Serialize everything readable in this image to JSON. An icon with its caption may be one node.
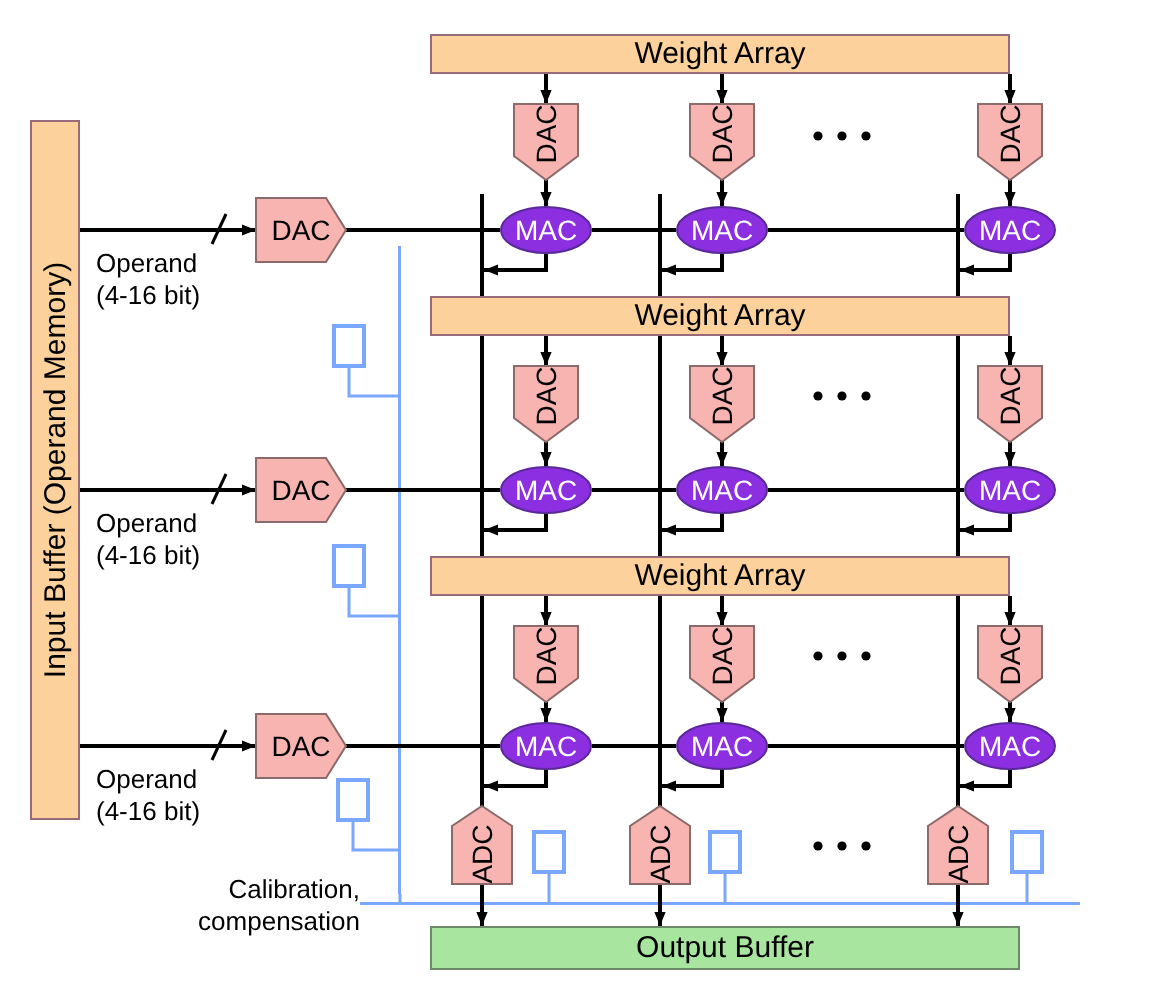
{
  "diagram": {
    "nodes": [
      {
        "text": [
          "Input Buffer (Operand Memory)"
        ]
      },
      {
        "text": [
          "Weight Array"
        ]
      },
      {
        "text": [
          "Weight Array"
        ]
      },
      {
        "text": [
          "Weight Array"
        ]
      },
      {
        "text": [
          "DAC"
        ]
      },
      {
        "text": [
          "DAC"
        ]
      },
      {
        "text": [
          "DAC"
        ]
      },
      {
        "text": [
          "DAC"
        ]
      },
      {
        "text": [
          "DAC"
        ]
      },
      {
        "text": [
          "DAC"
        ]
      },
      {
        "text": [
          "DAC"
        ]
      },
      {
        "text": [
          "DAC"
        ]
      },
      {
        "text": [
          "DAC"
        ]
      },
      {
        "text": [
          "DAC"
        ]
      },
      {
        "text": [
          "DAC"
        ]
      },
      {
        "text": [
          "DAC"
        ]
      },
      {
        "text": [
          "MAC"
        ]
      },
      {
        "text": [
          "MAC"
        ]
      },
      {
        "text": [
          "MAC"
        ]
      },
      {
        "text": [
          "MAC"
        ]
      },
      {
        "text": [
          "MAC"
        ]
      },
      {
        "text": [
          "MAC"
        ]
      },
      {
        "text": [
          "MAC"
        ]
      },
      {
        "text": [
          "MAC"
        ]
      },
      {
        "text": [
          "MAC"
        ]
      },
      {
        "text": [
          "ADC"
        ]
      },
      {
        "text": [
          "ADC"
        ]
      },
      {
        "text": [
          "ADC"
        ]
      },
      {
        "text": [],
        "shape": "box"
      },
      {
        "text": [],
        "shape": "box"
      },
      {
        "text": [],
        "shape": "box"
      },
      {
        "text": [],
        "shape": "box"
      },
      {
        "text": [],
        "shape": "box"
      },
      {
        "text": [],
        "shape": "box"
      },
      {
        "text": [
          "Output Buffer"
        ]
      },
      {
        "text": [],
        "shape": "bar"
      },
      {
        "text": [],
        "shape": "bar"
      },
      {
        "text": [],
        "shape": "bar"
      },
      {
        "text": [],
        "shape": "bar"
      },
      {
        "text": [],
        "shape": "bar"
      }
    ],
    "edges": [
      {
        "from": 0,
        "to": 4,
        "arrow": "to",
        "label": "Operand (4-16 bit)"
      },
      {
        "from": 0,
        "to": 5,
        "arrow": "to",
        "label": "Operand (4-16 bit)"
      },
      {
        "from": 0,
        "to": 6,
        "arrow": "to",
        "label": "Operand (4-16 bit)"
      },
      {
        "from": 4,
        "to": 16,
        "arrow": "none"
      },
      {
        "from": 16,
        "to": 17,
        "arrow": "none"
      },
      {
        "from": 17,
        "to": 18,
        "arrow": "none"
      },
      {
        "from": 5,
        "to": 19,
        "arrow": "none"
      },
      {
        "from": 19,
        "to": 20,
        "arrow": "none"
      },
      {
        "from": 20,
        "to": 21,
        "arrow": "none"
      },
      {
        "from": 6,
        "to": 22,
        "arrow": "none"
      },
      {
        "from": 22,
        "to": 23,
        "arrow": "none"
      },
      {
        "from": 23,
        "to": 24,
        "arrow": "none"
      },
      {
        "from": 1,
        "to": 7,
        "arrow": "to"
      },
      {
        "from": 1,
        "to": 8,
        "arrow": "to"
      },
      {
        "from": 1,
        "to": 9,
        "arrow": "to"
      },
      {
        "from": 2,
        "to": 10,
        "arrow": "to"
      },
      {
        "from": 2,
        "to": 11,
        "arrow": "to"
      },
      {
        "from": 2,
        "to": 12,
        "arrow": "to"
      },
      {
        "from": 3,
        "to": 13,
        "arrow": "to"
      },
      {
        "from": 3,
        "to": 14,
        "arrow": "to"
      },
      {
        "from": 3,
        "to": 15,
        "arrow": "to"
      },
      {
        "from": 7,
        "to": 16,
        "arrow": "to"
      },
      {
        "from": 8,
        "to": 17,
        "arrow": "to"
      },
      {
        "from": 9,
        "to": 18,
        "arrow": "to"
      },
      {
        "from": 10,
        "to": 19,
        "arrow": "to"
      },
      {
        "from": 11,
        "to": 20,
        "arrow": "to"
      },
      {
        "from": 12,
        "to": 21,
        "arrow": "to"
      },
      {
        "from": 13,
        "to": 22,
        "arrow": "to"
      },
      {
        "from": 14,
        "to": 23,
        "arrow": "to"
      },
      {
        "from": 15,
        "to": 24,
        "arrow": "to"
      },
      {
        "from": 16,
        "to": 35,
        "arrow": "to"
      },
      {
        "from": 19,
        "to": 35,
        "arrow": "to"
      },
      {
        "from": 22,
        "to": 35,
        "arrow": "to"
      },
      {
        "from": 17,
        "to": 36,
        "arrow": "to"
      },
      {
        "from": 20,
        "to": 36,
        "arrow": "to"
      },
      {
        "from": 23,
        "to": 36,
        "arrow": "to"
      },
      {
        "from": 18,
        "to": 37,
        "arrow": "to"
      },
      {
        "from": 21,
        "to": 37,
        "arrow": "to"
      },
      {
        "from": 24,
        "to": 37,
        "arrow": "to"
      },
      {
        "from": 35,
        "to": 25,
        "arrow": "none"
      },
      {
        "from": 36,
        "to": 26,
        "arrow": "none"
      },
      {
        "from": 37,
        "to": 27,
        "arrow": "none"
      },
      {
        "from": 28,
        "to": 38,
        "arrow": "none",
        "color": "#7aa7ff"
      },
      {
        "from": 29,
        "to": 38,
        "arrow": "none",
        "color": "#7aa7ff"
      },
      {
        "from": 30,
        "to": 38,
        "arrow": "none",
        "color": "#7aa7ff"
      },
      {
        "from": 31,
        "to": 39,
        "arrow": "none",
        "color": "#7aa7ff"
      },
      {
        "from": 32,
        "to": 39,
        "arrow": "none",
        "color": "#7aa7ff"
      },
      {
        "from": 33,
        "to": 39,
        "arrow": "none",
        "color": "#7aa7ff"
      },
      {
        "from": 38,
        "to": 39,
        "arrow": "none",
        "color": "#7aa7ff"
      },
      {
        "from": 25,
        "to": 34,
        "arrow": "to"
      },
      {
        "from": 26,
        "to": 34,
        "arrow": "to"
      },
      {
        "from": 27,
        "to": 34,
        "arrow": "to"
      }
    ],
    "labels": [
      "Calibration, compensation"
    ]
  }
}
